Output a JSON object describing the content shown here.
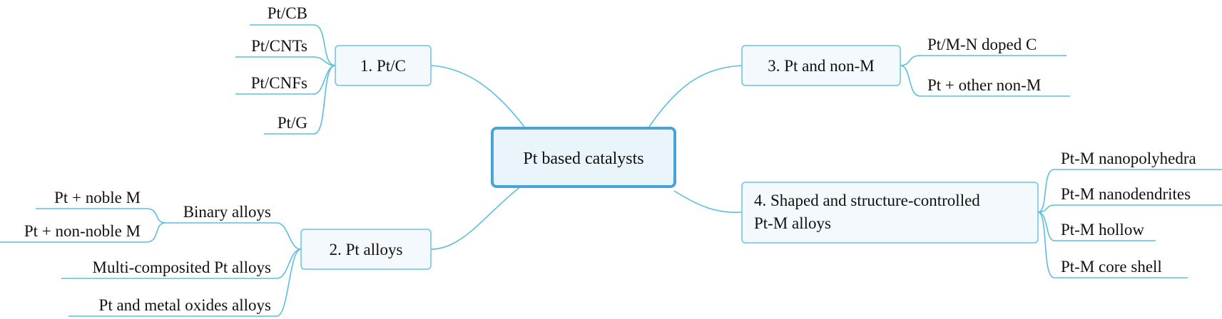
{
  "root": {
    "label": "Pt based catalysts"
  },
  "branches": [
    {
      "label": "1. Pt/C",
      "children": [
        "Pt/CB",
        "Pt/CNTs",
        "Pt/CNFs",
        "Pt/G"
      ]
    },
    {
      "label": "2. Pt alloys",
      "sub": {
        "label": "Binary alloys",
        "children": [
          "Pt + noble M",
          "Pt + non-noble M"
        ]
      },
      "children": [
        "Multi-composited Pt alloys",
        "Pt and metal oxides alloys"
      ]
    },
    {
      "label": "3. Pt and non-M",
      "children": [
        "Pt/M-N doped C",
        "Pt + other non-M"
      ]
    },
    {
      "label_lines": [
        "4. Shaped and structure-controlled",
        "Pt-M alloys"
      ],
      "children": [
        "Pt-M nanopolyhedra",
        "Pt-M nanodendrites",
        "Pt-M hollow",
        "Pt-M core shell"
      ]
    }
  ],
  "colors": {
    "line": "#5bbde0",
    "box_fill": "#f3f9fc",
    "box_border": "#6cc3e3",
    "root_border": "#4aa3d6"
  }
}
